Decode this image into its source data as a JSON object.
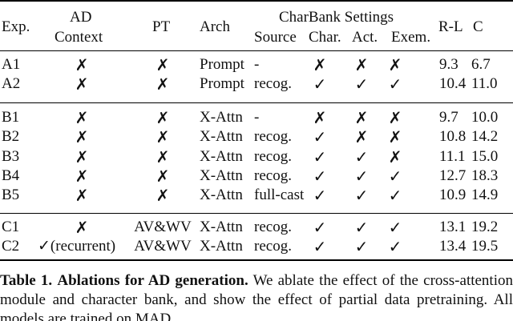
{
  "table": {
    "header": {
      "exp": "Exp.",
      "ad_context_line1": "AD",
      "ad_context_line2": "Context",
      "pt": "PT",
      "arch": "Arch",
      "charbank": "CharBank Settings",
      "source": "Source",
      "char": "Char.",
      "act": "Act.",
      "exem": "Exem.",
      "rl": "R-L",
      "c": "C"
    },
    "rows": [
      {
        "exp": "A1",
        "ad": "✗",
        "pt": "✗",
        "arch": "Prompt",
        "source": "-",
        "char": "✗",
        "act": "✗",
        "exem": "✗",
        "rl": "9.3",
        "c": "6.7"
      },
      {
        "exp": "A2",
        "ad": "✗",
        "pt": "✗",
        "arch": "Prompt",
        "source": "recog.",
        "char": "✓",
        "act": "✓",
        "exem": "✓",
        "rl": "10.4",
        "c": "11.0"
      },
      {
        "exp": "B1",
        "ad": "✗",
        "pt": "✗",
        "arch": "X-Attn",
        "source": "-",
        "char": "✗",
        "act": "✗",
        "exem": "✗",
        "rl": "9.7",
        "c": "10.0"
      },
      {
        "exp": "B2",
        "ad": "✗",
        "pt": "✗",
        "arch": "X-Attn",
        "source": "recog.",
        "char": "✓",
        "act": "✗",
        "exem": "✗",
        "rl": "10.8",
        "c": "14.2"
      },
      {
        "exp": "B3",
        "ad": "✗",
        "pt": "✗",
        "arch": "X-Attn",
        "source": "recog.",
        "char": "✓",
        "act": "✓",
        "exem": "✗",
        "rl": "11.1",
        "c": "15.0"
      },
      {
        "exp": "B4",
        "ad": "✗",
        "pt": "✗",
        "arch": "X-Attn",
        "source": "recog.",
        "char": "✓",
        "act": "✓",
        "exem": "✓",
        "rl": "12.7",
        "c": "18.3"
      },
      {
        "exp": "B5",
        "ad": "✗",
        "pt": "✗",
        "arch": "X-Attn",
        "source": "full-cast",
        "char": "✓",
        "act": "✓",
        "exem": "✓",
        "rl": "10.9",
        "c": "14.9"
      },
      {
        "exp": "C1",
        "ad": "✗",
        "pt": "AV&WV",
        "arch": "X-Attn",
        "source": "recog.",
        "char": "✓",
        "act": "✓",
        "exem": "✓",
        "rl": "13.1",
        "c": "19.2"
      },
      {
        "exp": "C2",
        "ad": "✓(recurrent)",
        "pt": "AV&WV",
        "arch": "X-Attn",
        "source": "recog.",
        "char": "✓",
        "act": "✓",
        "exem": "✓",
        "rl": "13.4",
        "c": "19.5"
      }
    ]
  },
  "caption": {
    "label": "Table 1.",
    "title": "Ablations for AD generation.",
    "text": "We ablate the effect of the cross-attention module and character bank, and show the effect of partial data pretraining. All models are trained on MAD."
  }
}
